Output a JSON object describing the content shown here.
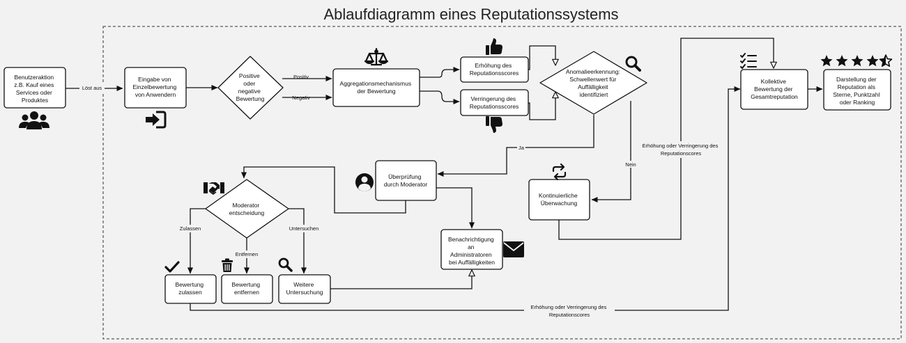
{
  "title": "Ablaufdiagramm eines Reputationssystems",
  "nodes": {
    "user_action": [
      "Benutzeraktion",
      "z.B. Kauf eines",
      "Services oder",
      "Produktes"
    ],
    "input_rating": [
      "Eingabe von",
      "Einzelbewertung",
      "von Anwendern"
    ],
    "pos_neg": [
      "Positive",
      "oder",
      "negative",
      "Bewertung"
    ],
    "aggregation": [
      "Aggregationsmechanismus",
      "der Bewertung"
    ],
    "increase": [
      "Erhöhung des",
      "Reputationsscores"
    ],
    "decrease": [
      "Verringerung des",
      "Reputationsscores"
    ],
    "anomaly": [
      "Anomalieerkennung:",
      "Schwellenwert für",
      "Auffälligkeit",
      "identifiziert"
    ],
    "collective": [
      "Kollektive",
      "Bewertung der",
      "Gesamtreputation"
    ],
    "display": [
      "Darstellung der",
      "Reputation als",
      "Sterne, Punktzahl",
      "oder Ranking"
    ],
    "review": [
      "Überprüfung",
      "durch Moderator"
    ],
    "monitoring": [
      "Kontinuierliche",
      "Überwachung"
    ],
    "moderator_decision": [
      "Moderator",
      "entscheidung"
    ],
    "notify": [
      "Benachrichtigung",
      "an",
      "Administratoren",
      "bei Auffälligkeiten"
    ],
    "approve": [
      "Bewertung",
      "zulassen"
    ],
    "remove": [
      "Bewertung",
      "entfernen"
    ],
    "investigate": [
      "Weitere",
      "Untersuchung"
    ]
  },
  "edge_labels": {
    "triggers": "Löst aus",
    "positive": "Positiv",
    "negative": "Negativ",
    "yes": "Ja",
    "no": "Nein",
    "approve": "Zulassen",
    "remove": "Entfernen",
    "investigate": "Untersuchen",
    "score_change_top": [
      "Erhöhung oder Verringerung des",
      "Reputationscores"
    ],
    "score_change_bottom": [
      "Erhöhung oder Verringerung des",
      "Reputationscores"
    ]
  },
  "icons": {
    "users": "users-icon",
    "sign_in": "sign-in-icon",
    "scale": "scale-icon",
    "thumbs_up": "thumbs-up-icon",
    "thumbs_down": "thumbs-down-icon",
    "search": "search-icon",
    "checklist": "checklist-icon",
    "stars": "stars-icon",
    "user_circle": "user-circle-icon",
    "repeat": "repeat-icon",
    "handshake": "handshake-icon",
    "check": "check-icon",
    "trash": "trash-icon",
    "envelope": "envelope-icon"
  },
  "colors": {
    "background": "#f2f2f2",
    "node_fill": "#ffffff",
    "stroke": "#111111"
  }
}
